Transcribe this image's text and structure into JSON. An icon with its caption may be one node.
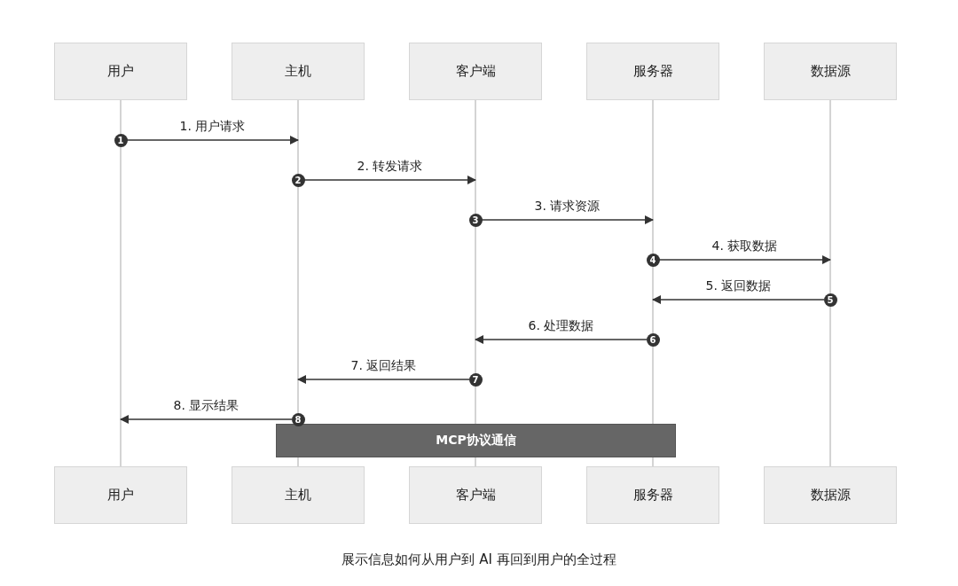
{
  "diagram": {
    "caption": "展示信息如何从用户到 AI 再回到用户的全过程",
    "nodes": [
      {
        "text": [
          "用户"
        ]
      },
      {
        "text": [
          "主机"
        ]
      },
      {
        "text": [
          "客户端"
        ]
      },
      {
        "text": [
          "服务器"
        ]
      },
      {
        "text": [
          "数据源"
        ]
      },
      {
        "text": [
          "用户"
        ]
      },
      {
        "text": [
          "主机"
        ]
      },
      {
        "text": [
          "客户端"
        ]
      },
      {
        "text": [
          "服务器"
        ]
      },
      {
        "text": [
          "数据源"
        ]
      },
      {
        "text": [
          "MCP协议通信"
        ]
      },
      {
        "text": [],
        "shape": "line"
      },
      {
        "text": [],
        "shape": "line"
      },
      {
        "text": [],
        "shape": "line"
      },
      {
        "text": [],
        "shape": "line"
      },
      {
        "text": [],
        "shape": "line"
      }
    ],
    "edges": [
      {
        "from": 11,
        "to": 12,
        "arrow": "to",
        "label": "1. 用户请求"
      },
      {
        "from": 12,
        "to": 13,
        "arrow": "to",
        "label": "2. 转发请求"
      },
      {
        "from": 13,
        "to": 14,
        "arrow": "to",
        "label": "3. 请求资源"
      },
      {
        "from": 14,
        "to": 15,
        "arrow": "to",
        "label": "4. 获取数据"
      },
      {
        "from": 15,
        "to": 14,
        "arrow": "to",
        "label": "5. 返回数据"
      },
      {
        "from": 14,
        "to": 13,
        "arrow": "to",
        "label": "6. 处理数据"
      },
      {
        "from": 13,
        "to": 12,
        "arrow": "to",
        "label": "7. 返回结果"
      },
      {
        "from": 12,
        "to": 11,
        "arrow": "to",
        "label": "8. 显示结果"
      }
    ],
    "labels": [
      "1",
      "2",
      "3",
      "4",
      "5",
      "6",
      "7",
      "8"
    ]
  }
}
